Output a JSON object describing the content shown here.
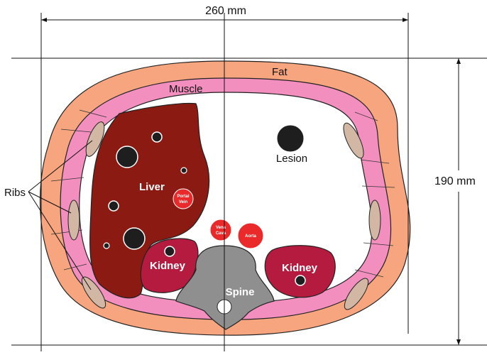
{
  "dimensions": {
    "width_label": "260 mm",
    "height_label": "190 mm"
  },
  "labels": {
    "fat": "Fat",
    "muscle": "Muscle",
    "ribs": "Ribs",
    "liver": "Liver",
    "portal_vein_1": "Portal",
    "portal_vein_2": "Vein",
    "vena_cava_1": "Vena",
    "vena_cava_2": "Cava",
    "aorta": "Aorta",
    "kidney_left": "Kidney",
    "kidney_right": "Kidney",
    "lesion": "Lesion",
    "spine": "Spine"
  },
  "colors": {
    "fat": "#f6a57e",
    "muscle": "#f38fbf",
    "rib": "#d2b8a4",
    "liver": "#8a1a12",
    "kidney": "#b51b3e",
    "vessel": "#ea2a2a",
    "spine": "#8f8f8f",
    "lesion": "#1e1e1e"
  }
}
